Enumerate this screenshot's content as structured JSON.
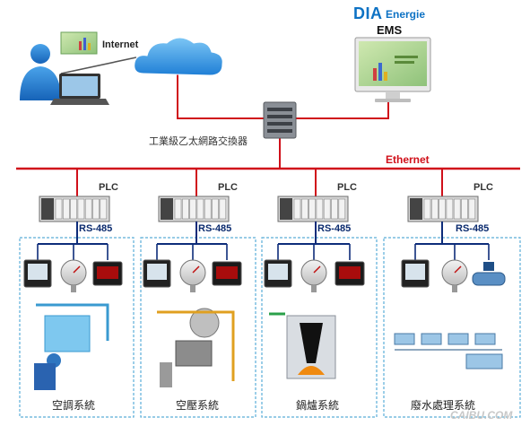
{
  "labels": {
    "internet": "Internet",
    "brand_dia": "DIA",
    "brand_energie": "Energie",
    "ems": "EMS",
    "switch": "工業級乙太網路交換器",
    "ethernet": "Ethernet",
    "watermark": "CAIBU.COM"
  },
  "systems": [
    {
      "plc": "PLC",
      "bus": "RS-485",
      "name": "空調系統"
    },
    {
      "plc": "PLC",
      "bus": "RS-485",
      "name": "空壓系統"
    },
    {
      "plc": "PLC",
      "bus": "RS-485",
      "name": "鍋爐系統"
    },
    {
      "plc": "PLC",
      "bus": "RS-485",
      "name": "廢水處理系統"
    }
  ],
  "colors": {
    "ethernet_line": "#d0101a",
    "rs485_line": "#0d2c7a",
    "panel_border": "#5aaed8",
    "brand_blue": "#0d72c4"
  },
  "icons": [
    "user-icon",
    "laptop-icon",
    "cloud-icon",
    "monitor-icon",
    "switch-icon",
    "plc-icon",
    "power-meter-icon",
    "pressure-gauge-icon",
    "digital-display-icon",
    "flow-meter-icon"
  ]
}
